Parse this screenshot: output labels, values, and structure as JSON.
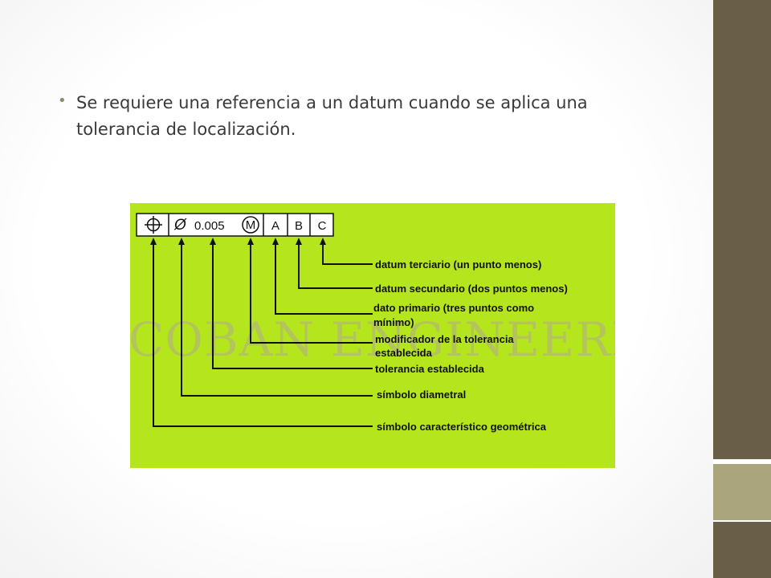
{
  "slide": {
    "bullet_text": "Se requiere una referencia a un datum cuando se aplica una tolerancia de localización."
  },
  "diagram": {
    "background_color": "#b5e61d",
    "watermark": "COBAN ENGINEERING",
    "frame": {
      "symbol_icon": "position-symbol-icon",
      "diameter_symbol": "Ø",
      "tolerance_value": "0.005",
      "modifier": "M",
      "datums": [
        "A",
        "B",
        "C"
      ]
    },
    "labels": {
      "tertiary": "datum terciario (un punto menos)",
      "secondary": "datum secundario (dos puntos menos)",
      "primary_line1": "dato primario (tres puntos como",
      "primary_line2": "mínimo)",
      "modifier_line1": "modificador de la tolerancia",
      "modifier_line2": "establecida",
      "tolerance": "tolerancia establecida",
      "diameter": "símbolo diametral",
      "characteristic": "símbolo característico geométrica"
    }
  }
}
